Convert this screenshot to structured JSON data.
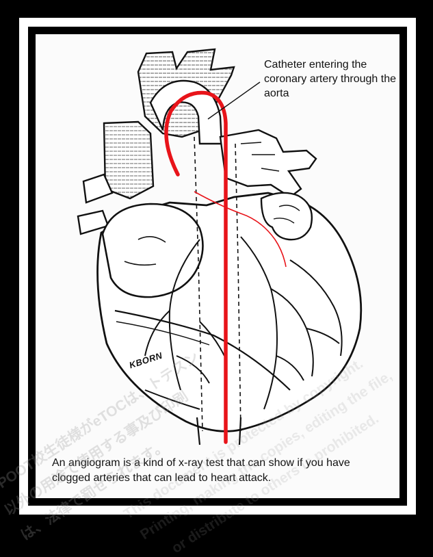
{
  "figure": {
    "callout_text": "Catheter entering the coronary artery through the aorta",
    "caption_text": "An angiogram is a kind of x-ray test that can show if you have clogged arteries that can lead to heart attack.",
    "signature": "KBORN",
    "catheter_color": "#e8141a"
  },
  "watermark": {
    "line_1": "POOT校生徒様がeTOCは、トテスン",
    "line_2": "以外の用途で使用する事及び印刷",
    "line_3": "は、法律で罰せられます。",
    "line_4": "This document is protected by copyright.",
    "line_5": "Printing, making the copies, editing the file,",
    "line_6": "or distribute to others is prohibited."
  }
}
